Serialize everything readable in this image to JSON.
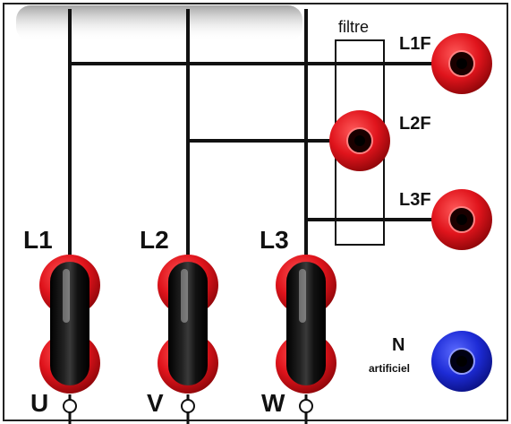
{
  "filter": {
    "label": "filtre"
  },
  "phases": [
    {
      "label": "L1",
      "terminal": "U"
    },
    {
      "label": "L2",
      "terminal": "V"
    },
    {
      "label": "L3",
      "terminal": "W"
    }
  ],
  "filtered_outputs": [
    "L1F",
    "L2F",
    "L3F"
  ],
  "neutral": {
    "label": "N",
    "sublabel": "artificiel"
  },
  "colors": {
    "socket_red": "#e0141c",
    "socket_blue": "#1d2bd6",
    "link_black": "#0a0a0a",
    "wire": "#111111"
  }
}
